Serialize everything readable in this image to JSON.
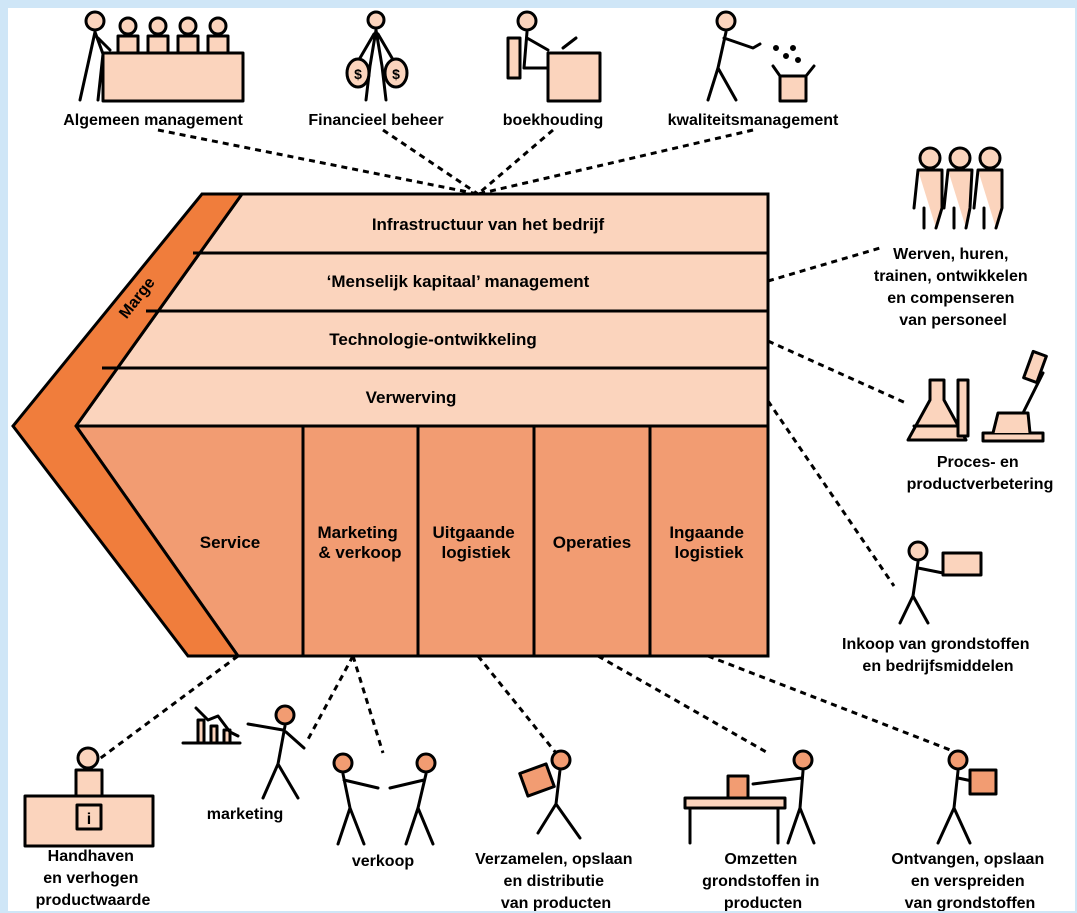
{
  "colors": {
    "margin_band": "#f07d3c",
    "support_band": "#fbd4bd",
    "primary_block": "#f29c72",
    "figure_fill": "#fbd4bd",
    "figure_orange": "#f29c72",
    "border": "#000000"
  },
  "margin_label": "Marge",
  "support": [
    {
      "label": "Infrastructuur van het bedrijf"
    },
    {
      "label": "‘Menselijk kapitaal’ management"
    },
    {
      "label": "Technologie-ontwikkeling"
    },
    {
      "label": "Verwerving"
    }
  ],
  "primary": [
    {
      "lines": [
        "Service"
      ]
    },
    {
      "lines": [
        "Marketing",
        "& verkoop"
      ]
    },
    {
      "lines": [
        "Uitgaande",
        "logistiek"
      ]
    },
    {
      "lines": [
        "Operaties"
      ]
    },
    {
      "lines": [
        "Ingaande",
        "logistiek"
      ]
    }
  ],
  "top_labels": [
    {
      "text": "Algemeen management",
      "icon": "board-meeting-icon"
    },
    {
      "text": "Financieel beheer",
      "icon": "money-bags-icon"
    },
    {
      "text": "boekhouding",
      "icon": "desk-worker-icon"
    },
    {
      "text": "kwaliteitsmanagement",
      "icon": "quality-inspector-icon"
    }
  ],
  "right_labels": [
    {
      "lines": [
        "Werven, huren,",
        "trainen, ontwikkelen",
        "en compenseren",
        "van personeel"
      ],
      "icon": "group-of-people-icon"
    },
    {
      "lines": [
        "Proces- en",
        "productverbetering"
      ],
      "icon": "lab-microscope-icon"
    },
    {
      "lines": [
        "Inkoop van grondstoffen",
        "en bedrijfsmiddelen"
      ],
      "icon": "person-carrying-money-icon"
    }
  ],
  "bottom_labels": [
    {
      "lines": [
        "Handhaven",
        "en verhogen",
        "productwaarde"
      ],
      "icon": "service-desk-icon"
    },
    {
      "lines": [
        "marketing"
      ],
      "icon": "presenter-chart-icon"
    },
    {
      "lines": [
        "verkoop"
      ],
      "icon": "handshake-icon"
    },
    {
      "lines": [
        "Verzamelen, opslaan",
        "en distributie",
        "van producten"
      ],
      "icon": "person-carrying-box-icon"
    },
    {
      "lines": [
        "Omzetten",
        "grondstoffen in",
        "producten"
      ],
      "icon": "conveyor-worker-icon"
    },
    {
      "lines": [
        "Ontvangen, opslaan",
        "en verspreiden",
        "van grondstoffen"
      ],
      "icon": "person-receiving-box-icon"
    }
  ]
}
